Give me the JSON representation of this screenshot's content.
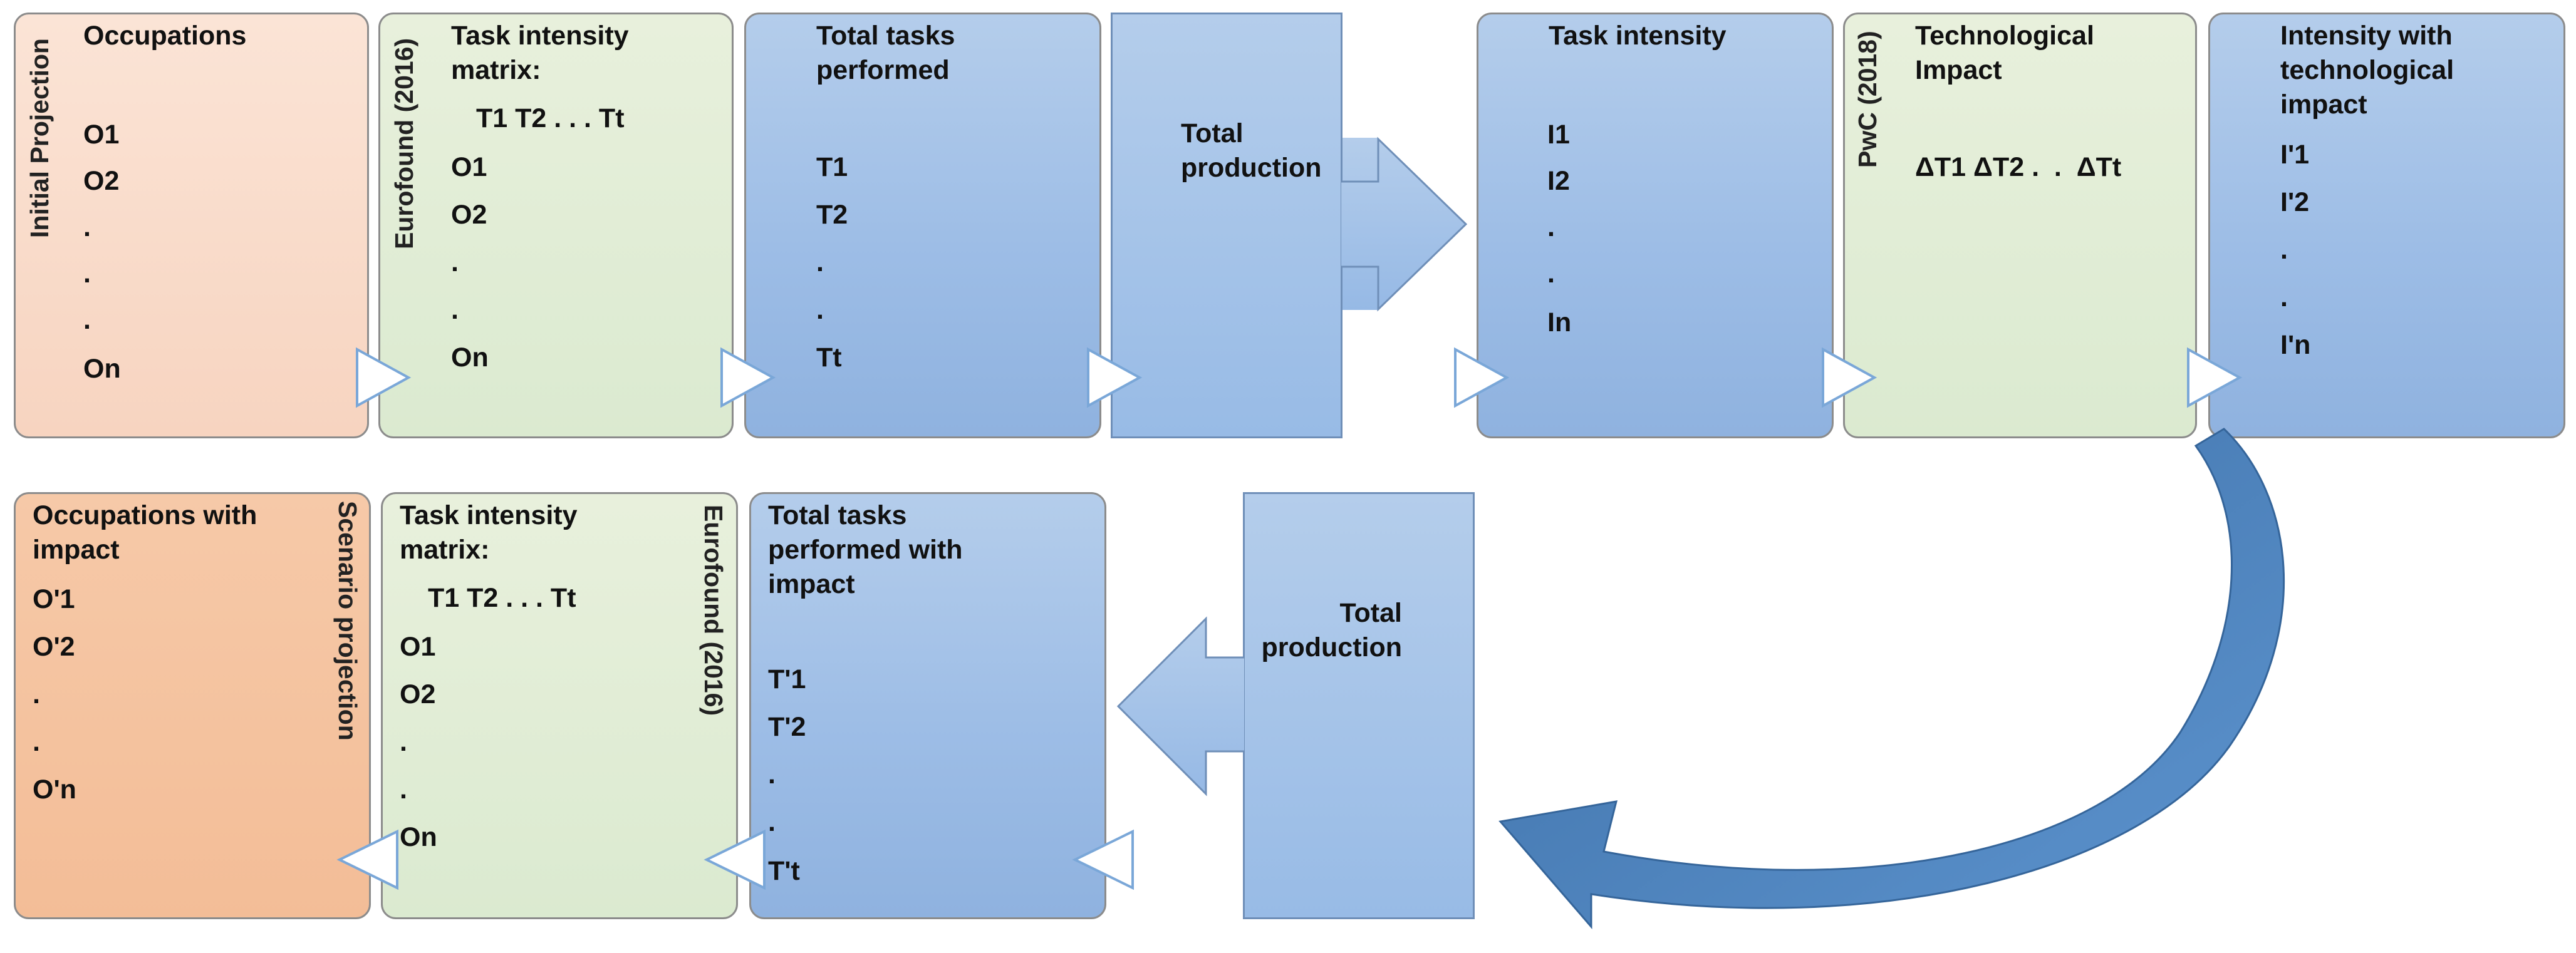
{
  "top_row": {
    "occupations": {
      "side_label": "Initial Projection",
      "title": "Occupations",
      "items": [
        "O1",
        "O2",
        ".",
        ".",
        ".",
        "On"
      ]
    },
    "task_matrix": {
      "side_label": "Eurofound (2016)",
      "title": "Task intensity\nmatrix:",
      "header": "T1 T2 . . . Tt",
      "items": [
        "O1",
        "O2",
        ".",
        ".",
        "On"
      ]
    },
    "total_tasks": {
      "title": "Total tasks\nperformed",
      "items": [
        "T1",
        "T2",
        ".",
        ".",
        "Tt"
      ]
    },
    "total_production": {
      "title": "Total\nproduction"
    },
    "task_intensity": {
      "title": "Task intensity",
      "items": [
        "I1",
        "I2",
        ".",
        ".",
        "In"
      ]
    },
    "tech_impact": {
      "side_label": "PwC (2018)",
      "title": "Technological\nImpact",
      "values": "ΔT1 ΔT2 .  .  ΔTt"
    },
    "intensity_tech": {
      "title": "Intensity with\ntechnological\nimpact",
      "items": [
        "I'1",
        "I'2",
        ".",
        ".",
        "I'n"
      ]
    }
  },
  "bottom_row": {
    "occupations_impact": {
      "side_label": "Scenario projection",
      "title": "Occupations with\nimpact",
      "items": [
        "O'1",
        "O'2",
        ".",
        ".",
        "O'n"
      ]
    },
    "task_matrix": {
      "side_label": "Eurofound (2016)",
      "title": "Task intensity\nmatrix:",
      "header": "T1 T2 . . . Tt",
      "items": [
        "O1",
        "O2",
        ".",
        ".",
        "On"
      ]
    },
    "total_tasks_impact": {
      "title": "Total tasks\nperformed with\nimpact",
      "items": [
        "T'1",
        "T'2",
        ".",
        ".",
        "T't"
      ]
    },
    "total_production": {
      "title": "Total\nproduction"
    }
  },
  "colors": {
    "peach": "#f9dcc9",
    "peach_dark": "#f4c19e",
    "green": "#e2eed8",
    "blue": "#a7c4e8",
    "curved_arrow": "#4a7fb6"
  }
}
